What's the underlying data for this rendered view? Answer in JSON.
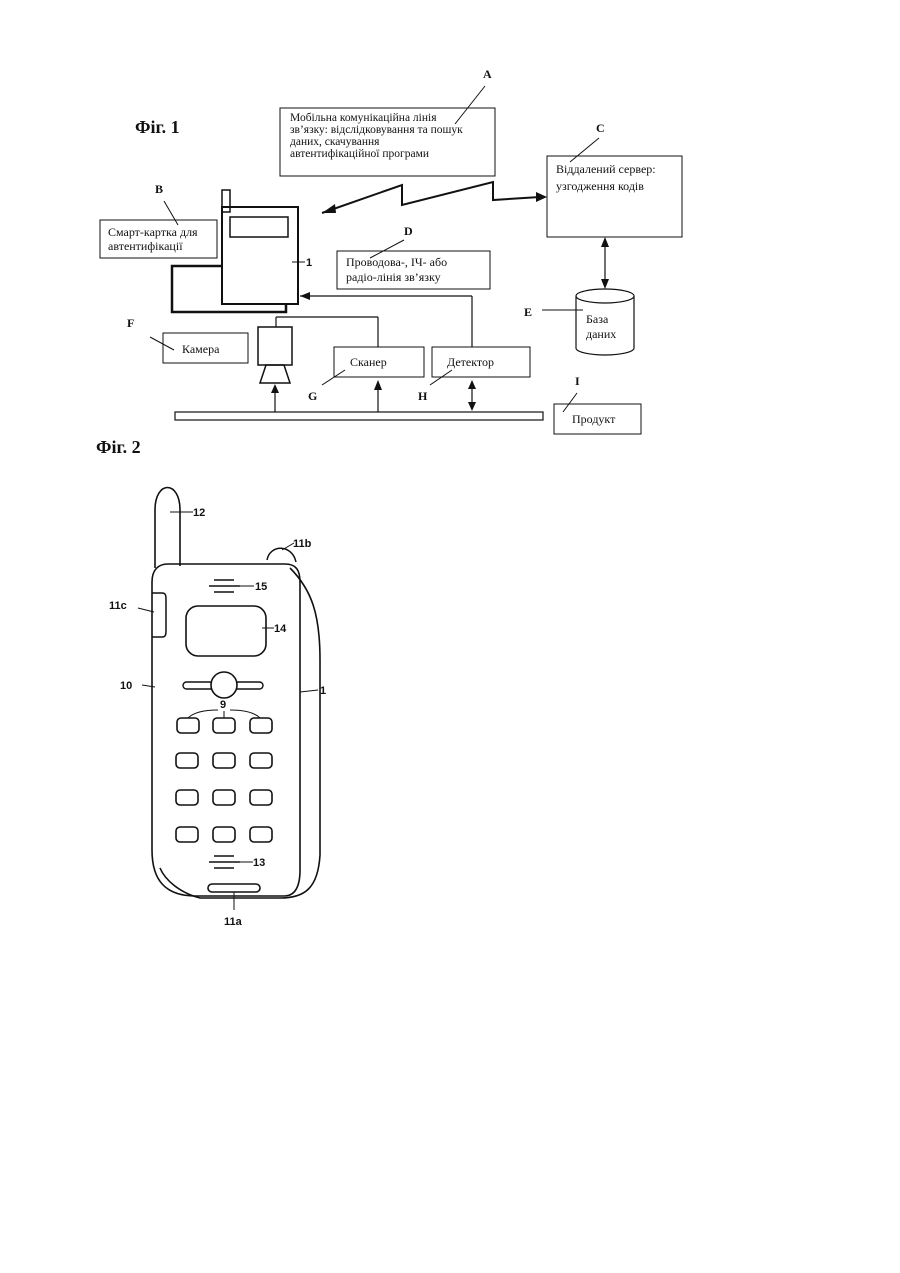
{
  "fig1": {
    "title": "Фіг. 1",
    "letters": {
      "A": "A",
      "B": "B",
      "C": "C",
      "D": "D",
      "E": "E",
      "F": "F",
      "G": "G",
      "H": "H",
      "I": "I"
    },
    "box_a": [
      "Мобільна комунікаційна лінія",
      "зв’язку: відслідковування та пошук",
      "даних, скачування",
      "автентифікаційної програми"
    ],
    "box_b": [
      "Смарт-картка для",
      "автентифікації"
    ],
    "box_c": [
      "Віддалений сервер:",
      "узгодження кодів"
    ],
    "box_d": [
      "Проводова-, ІЧ- або",
      "радіо-лінія зв’язку"
    ],
    "database": [
      "База",
      "даних"
    ],
    "box_f": "Камера",
    "box_g": "Сканер",
    "box_h": "Детектор",
    "box_i": "Продукт",
    "phone_ref": "1"
  },
  "fig2": {
    "title": "Фіг. 2",
    "refs": {
      "r12": "12",
      "r11b": "11b",
      "r15": "15",
      "r11c": "11c",
      "r14": "14",
      "r10": "10",
      "r1": "1",
      "r9": "9",
      "r13": "13",
      "r11a": "11a"
    }
  }
}
